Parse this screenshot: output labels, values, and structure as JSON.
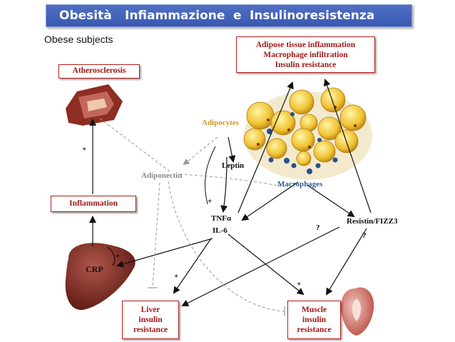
{
  "header": {
    "title_word1": "Obesità",
    "title_word2": "Infiammazione",
    "title_word3": "e",
    "title_word4": "Insulinoresistenza"
  },
  "subtitle": "Obese subjects",
  "boxes": {
    "adipose": [
      "Adipose tissue inflammation",
      "Macrophage infiltration",
      "Insulin resistance"
    ],
    "atherosclerosis": "Atherosclerosis",
    "inflammation": "Inflammation",
    "liver": [
      "Liver",
      "insulin",
      "resistance"
    ],
    "muscle": [
      "Muscle",
      "insulin",
      "resistance"
    ]
  },
  "labels": {
    "adipocytes": "Adipocytes",
    "leptin": "Leptin",
    "adiponectin": "Adiponectin",
    "macrophages": "Macrophages",
    "tnf": "TNFα",
    "il6": "IL-6",
    "resistin": "Resistin/FIZZ3",
    "crp": "CRP",
    "plus": "+",
    "question": "?"
  },
  "colors": {
    "title_bg": "#3f5fbd",
    "box_border": "#b71c1c",
    "box_text": "#a01818",
    "adipocytes": "#d4962a",
    "macrophages": "#2f5f9a",
    "adiponectin": "#8a8a8a"
  }
}
